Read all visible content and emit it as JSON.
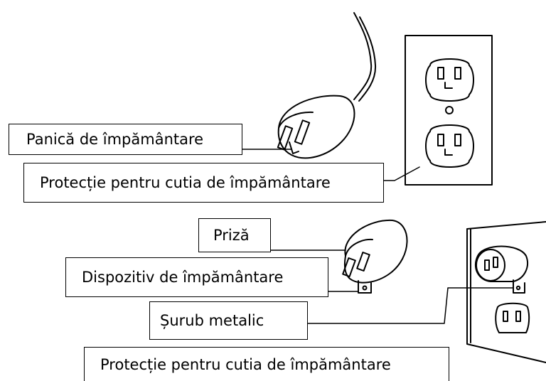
{
  "labels": {
    "ground_prong": "Panică de împământare",
    "box_protection_top": "Protecție pentru cutia de împământare",
    "outlet": "Priză",
    "grounding_device": "Dispozitiv de împământare",
    "metal_screw": "Șurub metalic",
    "box_protection_bottom": "Protecție pentru cutia de împământare"
  }
}
